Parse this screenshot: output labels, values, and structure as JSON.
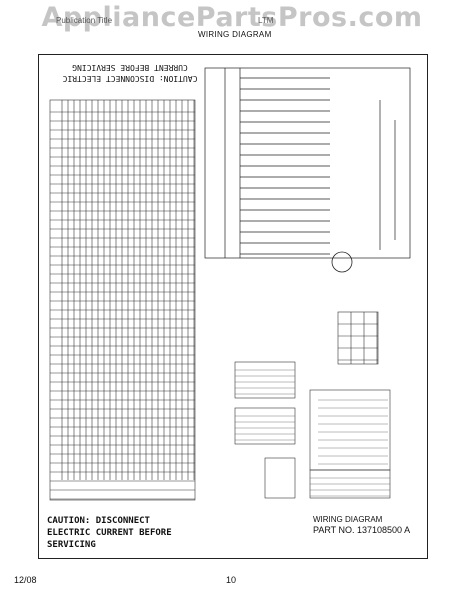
{
  "watermark": "AppliancePartsPros.com",
  "header": {
    "publication": "Publication Title",
    "model_code": "LTM",
    "title": "WIRING DIAGRAM"
  },
  "caution_upside_down": "CAUTION: DISCONNECT ELECTRIC CURRENT BEFORE SERVICING",
  "caution_bottom": "CAUTION: DISCONNECT ELECTRIC CURRENT BEFORE SERVICING",
  "diagram_label": "WIRING DIAGRAM",
  "part_number": "PART NO. 137108500 A",
  "footer": {
    "date": "12/08",
    "page": "10"
  }
}
